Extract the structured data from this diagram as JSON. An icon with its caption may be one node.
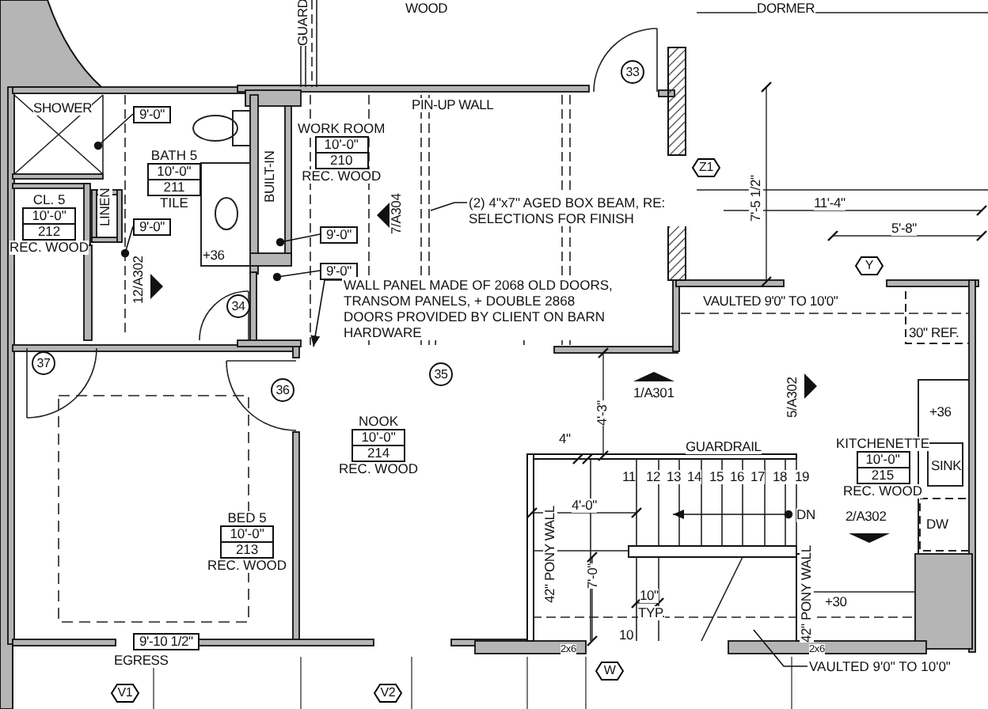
{
  "diagram": {
    "nodes": [
      {
        "text": [
          "BATH 5",
          "10'-0\"",
          "211",
          "TILE"
        ]
      },
      {
        "text": [
          "CL. 5",
          "10'-0\"",
          "212",
          "REC. WOOD"
        ]
      },
      {
        "text": [
          "WORK ROOM",
          "10'-0\"",
          "210",
          "REC. WOOD"
        ]
      },
      {
        "text": [
          "NOOK",
          "10'-0\"",
          "214",
          "REC. WOOD"
        ]
      },
      {
        "text": [
          "BED 5",
          "10'-0\"",
          "213",
          "REC. WOOD"
        ]
      },
      {
        "text": [
          "KITCHENETTE",
          "10'-0\"",
          "215",
          "REC. WOOD"
        ]
      },
      {
        "text": [
          "9'-0\""
        ]
      },
      {
        "text": [
          "9'-0\""
        ]
      },
      {
        "text": [
          "9'-0\""
        ]
      },
      {
        "text": [
          "9'-0\""
        ]
      },
      {
        "text": [
          "(2) 4\"x7\" AGED BOX BEAM, RE: SELECTIONS FOR FINISH"
        ]
      },
      {
        "text": [
          "WALL PANEL MADE OF 2068 OLD DOORS, TRANSOM PANELS, + DOUBLE 2868 DOORS PROVIDED BY CLIENT ON BARN HARDWARE"
        ]
      },
      {
        "text": [
          "VAULTED 9'0\" TO 10'0\""
        ]
      }
    ],
    "edges": [
      {
        "from": 6,
        "to": null,
        "arrow": "other"
      },
      {
        "from": 7,
        "to": null,
        "arrow": "other"
      },
      {
        "from": 8,
        "to": null,
        "arrow": "other"
      },
      {
        "from": 9,
        "to": null,
        "arrow": "other"
      },
      {
        "from": 10,
        "to": null,
        "arrow": "none"
      },
      {
        "from": 11,
        "to": null,
        "arrow": "to"
      },
      {
        "from": 12,
        "to": null,
        "arrow": "none"
      }
    ],
    "labels": [
      "WOOD",
      "DORMER",
      "GUARD",
      "SHOWER",
      "LINEN",
      "+36",
      "12/A302",
      "BUILT-IN",
      "PIN-UP WALL",
      "7/A304",
      "33",
      "34",
      "Z1",
      "7'-5 1/2\"",
      "11'-4\"",
      "5'-8\"",
      "Y",
      "VAULTED 9'0\" TO 10'0\"",
      "30\" REF.",
      "37",
      "36",
      "35",
      "1/A301",
      "5/A302",
      "4'-3\"",
      "+36",
      "4\"",
      "GUARDRAIL",
      "11",
      "12",
      "13",
      "14",
      "15",
      "16",
      "17",
      "18",
      "19",
      "SINK",
      "4'-0\"",
      "DN",
      "2/A302",
      "DW",
      "7'-0\"",
      "42\" PONY WALL",
      "42\" PONY WALL",
      "+30",
      "10\"",
      "TYP.",
      "10",
      "2x6",
      "2x6",
      "9'-10 1/2\"",
      "EGRESS",
      "W",
      "V1",
      "V2"
    ]
  }
}
